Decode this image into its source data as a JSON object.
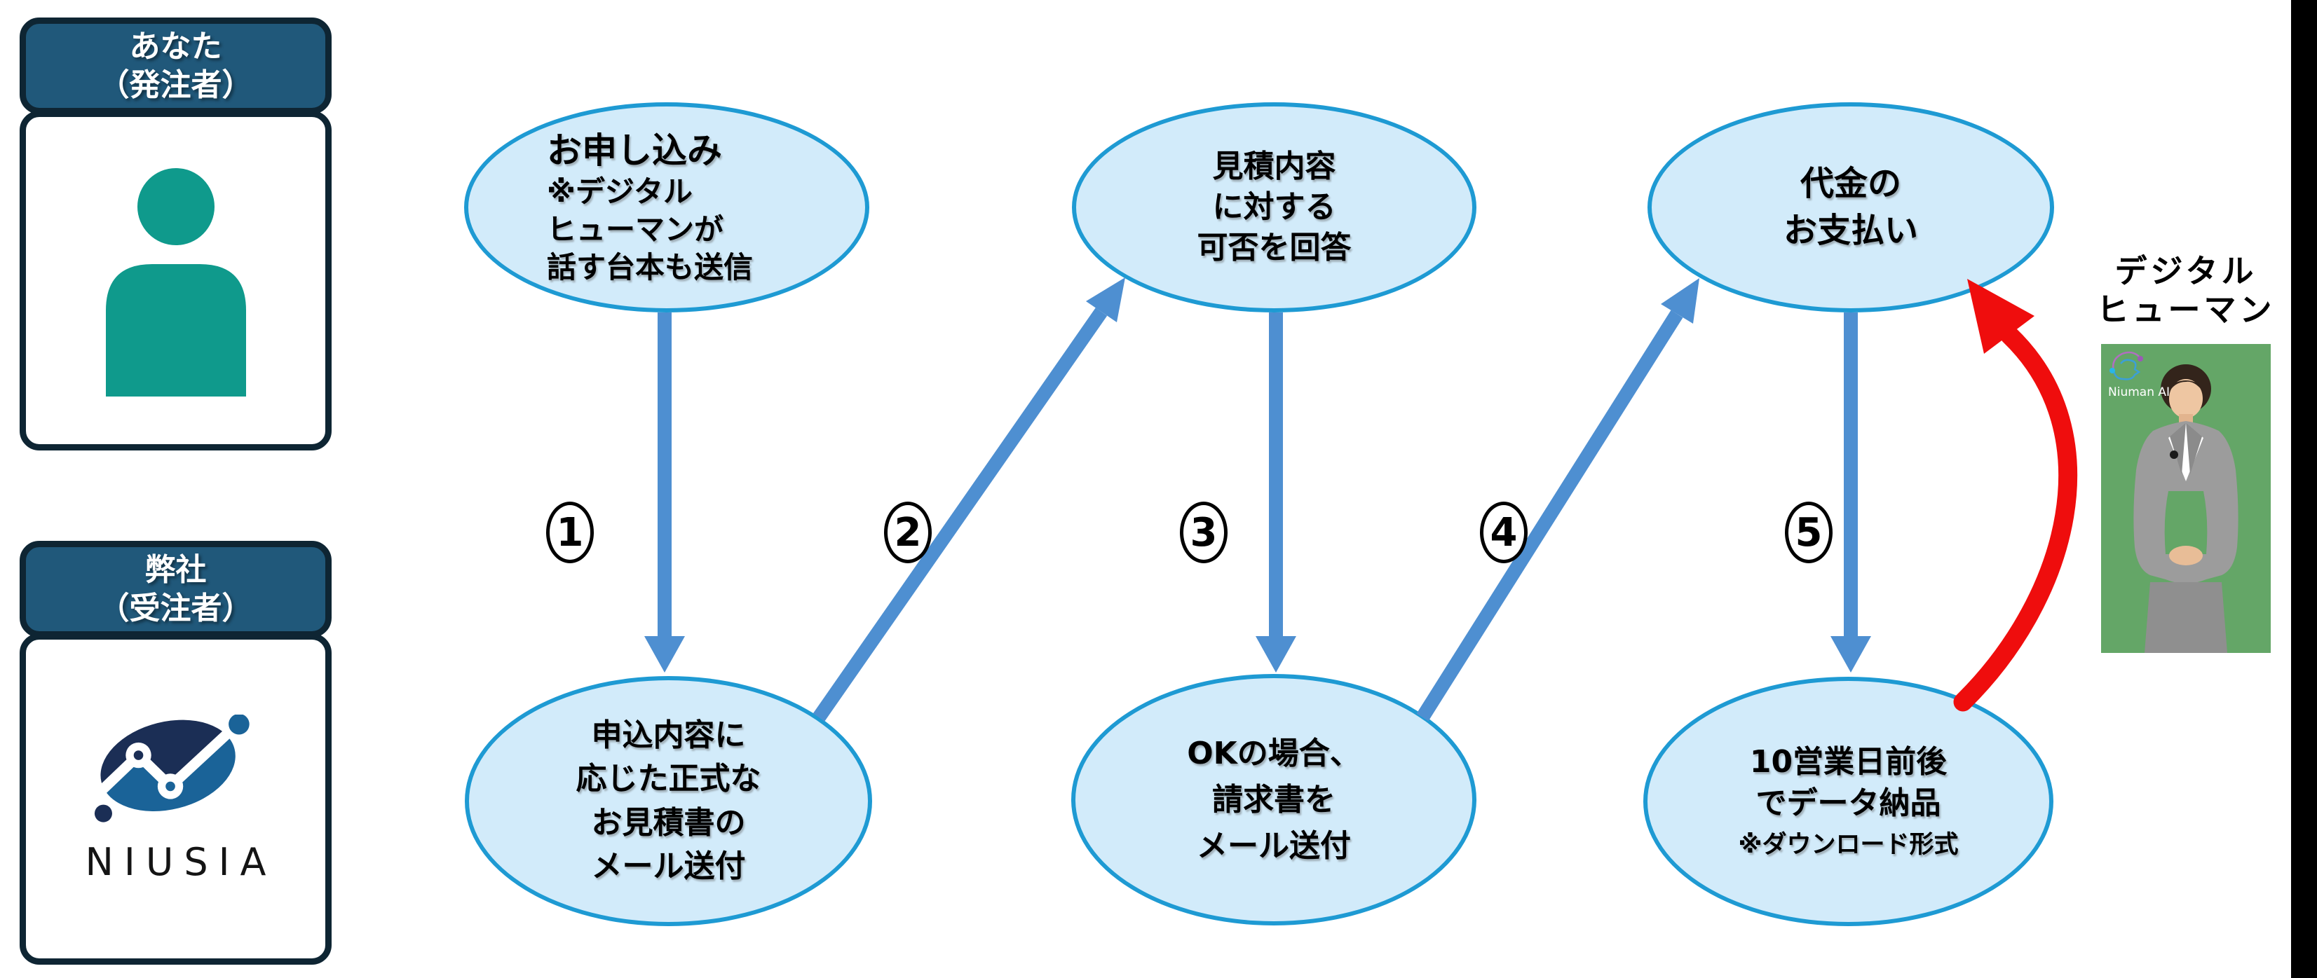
{
  "actors": {
    "you": {
      "title_line1": "あなた",
      "title_line2": "（発注者）",
      "icon": "person-icon"
    },
    "company": {
      "title_line1": "弊社",
      "title_line2": "（受注者）",
      "logo_text": "NIUSIA"
    }
  },
  "flow": {
    "nodes": {
      "apply": {
        "lines": [
          "お申し込み",
          "※デジタル",
          "ヒューマンが",
          "話す台本も送信"
        ]
      },
      "quote_response": {
        "lines": [
          "見積内容",
          "に対する",
          "可否を回答"
        ]
      },
      "payment": {
        "lines": [
          "代金の",
          "お支払い"
        ]
      },
      "send_quote": {
        "lines": [
          "申込内容に",
          "応じた正式な",
          "お見積書の",
          "メール送付"
        ]
      },
      "send_invoice": {
        "lines": [
          "OKの場合、",
          "請求書を",
          "メール送付"
        ]
      },
      "deliver": {
        "lines": [
          "10営業日前後",
          "でデータ納品"
        ],
        "note": "※ダウンロード形式"
      }
    },
    "steps": [
      "1",
      "2",
      "3",
      "4",
      "5"
    ]
  },
  "digital_human": {
    "label_line1": "デジタル",
    "label_line2": "ヒューマン",
    "watermark": "Niuman AI"
  },
  "colors": {
    "header_bg": "#20587a",
    "card_border": "#0e2533",
    "person_icon": "#0f9a8c",
    "ellipse_fill": "#d2ebfa",
    "ellipse_border": "#1e9ad3",
    "blue_arrow": "#4e8fd1",
    "red_arrow": "#ef0d0d",
    "niusia_navy": "#1b2e55",
    "niusia_blue": "#1a6398",
    "photo_green": "#64a667",
    "right_bar": "#000000"
  }
}
